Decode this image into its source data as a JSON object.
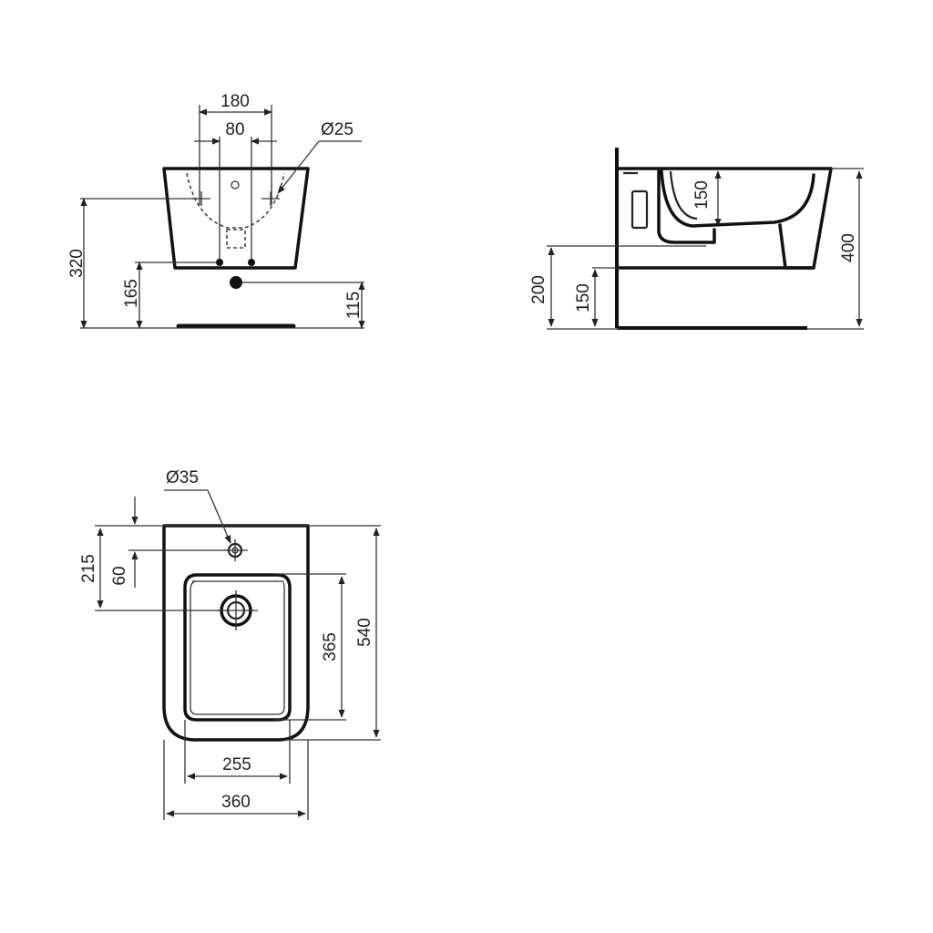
{
  "title": "Wall-hung bidet technical drawing",
  "views": {
    "front": {
      "dims": {
        "overall_tap_spacing": "180",
        "inner_spacing": "80",
        "tap_hole_dia": "Ø25",
        "height_supply": "320",
        "height_waste": "165",
        "height_drain": "115"
      }
    },
    "side": {
      "dims": {
        "bowl_depth": "150",
        "total_height": "400",
        "height_200": "200",
        "height_150": "150"
      }
    },
    "top": {
      "dims": {
        "tap_hole_dia": "Ø35",
        "to_drain": "215",
        "to_tap": "60",
        "inner_length": "365",
        "outer_length": "540",
        "inner_width": "255",
        "outer_width": "360"
      }
    }
  },
  "colors": {
    "line": "#111111",
    "background": "#ffffff"
  }
}
